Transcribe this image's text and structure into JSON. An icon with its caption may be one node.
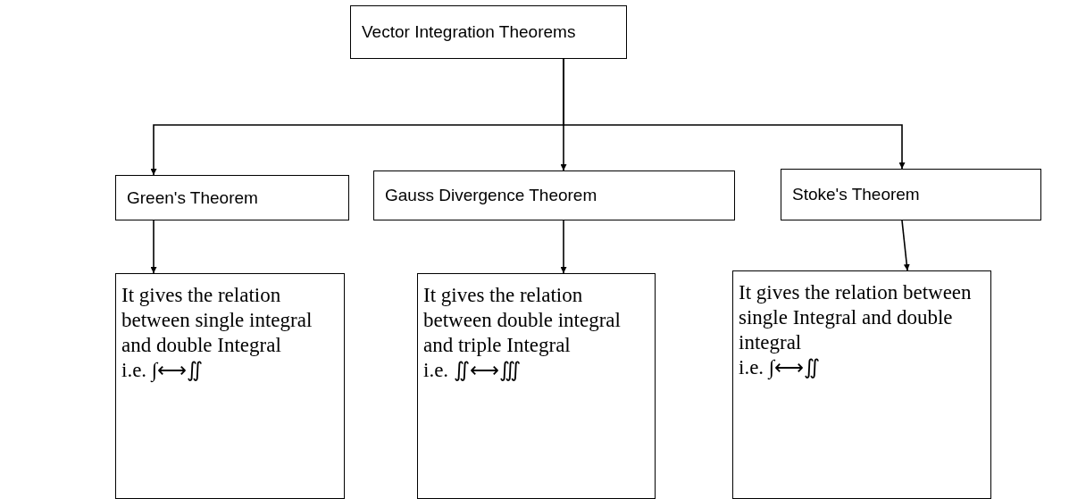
{
  "diagram": {
    "nodes": [
      {
        "text": [
          "Vector Integration Theorems"
        ]
      },
      {
        "text": [
          "Green's Theorem"
        ]
      },
      {
        "text": [
          "Gauss Divergence Theorem"
        ]
      },
      {
        "text": [
          "Stoke's Theorem"
        ]
      },
      {
        "text": [
          "It gives the relation between single integral and double Integral",
          "i.e. ∫⟷∬"
        ]
      },
      {
        "text": [
          "It gives the relation between double integral and triple Integral",
          "i.e. ∬⟷∭"
        ]
      },
      {
        "text": [
          "It gives the relation between single Integral and double integral",
          "i.e. ∫⟷∬"
        ]
      }
    ],
    "edges": [
      {
        "from": 0,
        "to": 1,
        "arrow": "to"
      },
      {
        "from": 0,
        "to": 2,
        "arrow": "to"
      },
      {
        "from": 0,
        "to": 3,
        "arrow": "to"
      },
      {
        "from": 1,
        "to": 4,
        "arrow": "to"
      },
      {
        "from": 2,
        "to": 5,
        "arrow": "to"
      },
      {
        "from": 3,
        "to": 6,
        "arrow": "to"
      }
    ]
  }
}
